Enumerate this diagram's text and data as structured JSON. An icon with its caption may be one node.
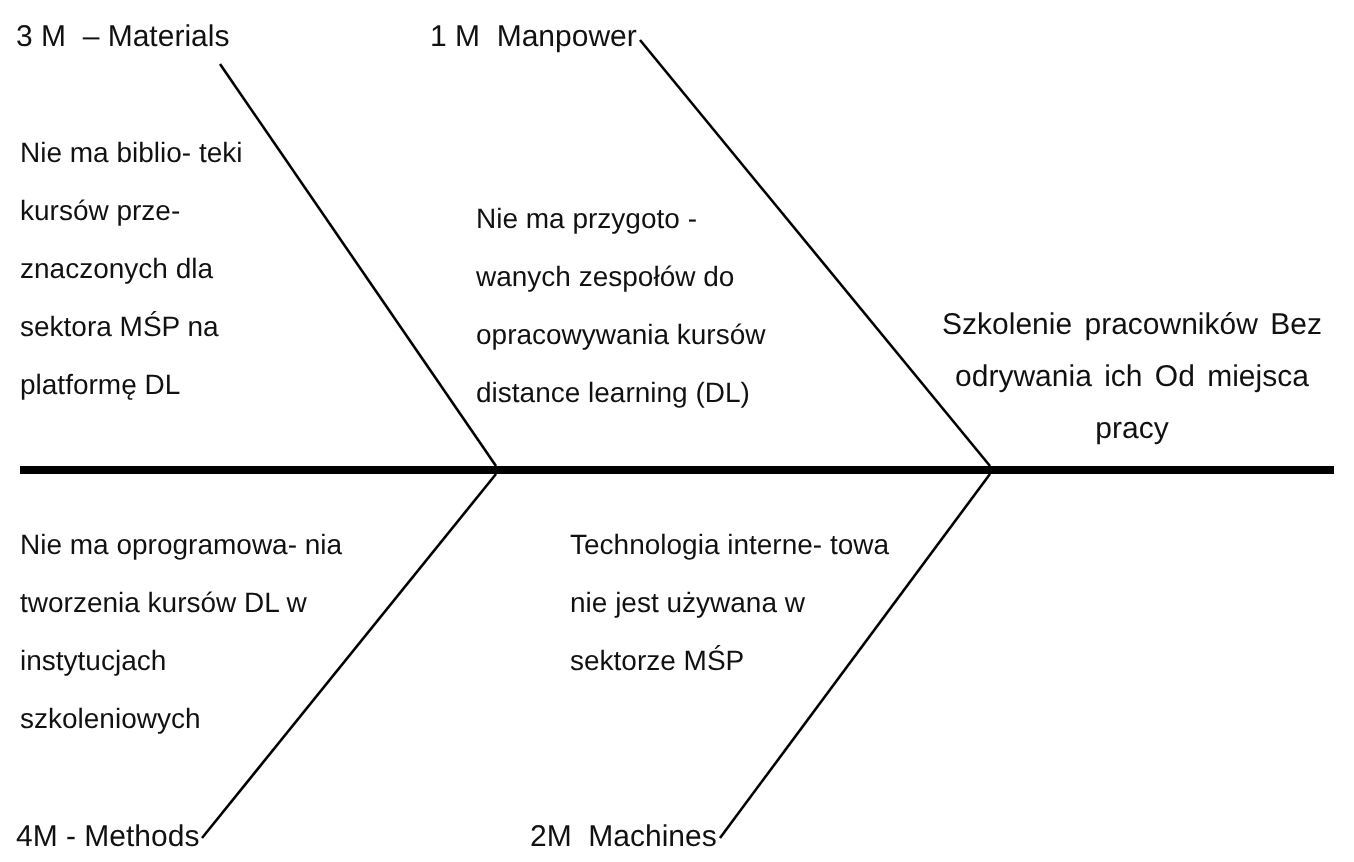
{
  "diagram": {
    "nodes": [
      {
        "text": [
          "3 M  – Materials"
        ]
      },
      {
        "text": [
          "1 M  Manpower"
        ]
      },
      {
        "text": [],
        "shape": "bar"
      },
      {
        "text": [
          "Szkolenie pracowników Bez odrywania ich Od miejsca pracy"
        ]
      },
      {
        "text": [
          "4M - Methods"
        ]
      },
      {
        "text": [
          "2M  Machines"
        ]
      }
    ],
    "edges": [
      {
        "from": 0,
        "to": 2,
        "arrow": "none"
      },
      {
        "from": 1,
        "to": 2,
        "arrow": "none"
      },
      {
        "from": 4,
        "to": 2,
        "arrow": "none"
      },
      {
        "from": 5,
        "to": 2,
        "arrow": "none"
      }
    ],
    "labels": [
      "Nie ma biblio- teki kursów prze- znaczonych dla sektora MŚP na platformę DL",
      "Nie ma przygoto - wanych zespołów do opracowywania kursów distance learning (DL)",
      "Nie ma oprogramowa- nia tworzenia kursów DL w instytucjach szkoleniowych",
      "Technologia interne- towa nie jest używana w sektorze MŚP"
    ]
  }
}
